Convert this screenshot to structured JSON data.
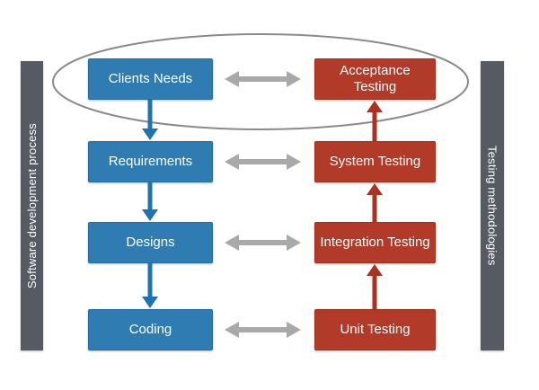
{
  "left_bar": {
    "label": "Software development process"
  },
  "right_bar": {
    "label": "Testing methodologies"
  },
  "process_column": {
    "items": [
      {
        "label": "Clients Needs"
      },
      {
        "label": "Requirements"
      },
      {
        "label": "Designs"
      },
      {
        "label": "Coding"
      }
    ]
  },
  "testing_column": {
    "items": [
      {
        "label": "Acceptance Testing"
      },
      {
        "label": "System Testing"
      },
      {
        "label": "Integration Testing"
      },
      {
        "label": "Unit Testing"
      }
    ]
  },
  "colors": {
    "process_box": "#2f7cb3",
    "process_arrow": "#1f74ae",
    "testing_box": "#b23a28",
    "testing_arrow": "#a93220",
    "sidebar": "#555a63",
    "link_arrow": "#a9a9a9",
    "ellipse_stroke": "#8a8a8a",
    "box_text": "#ffffff"
  }
}
